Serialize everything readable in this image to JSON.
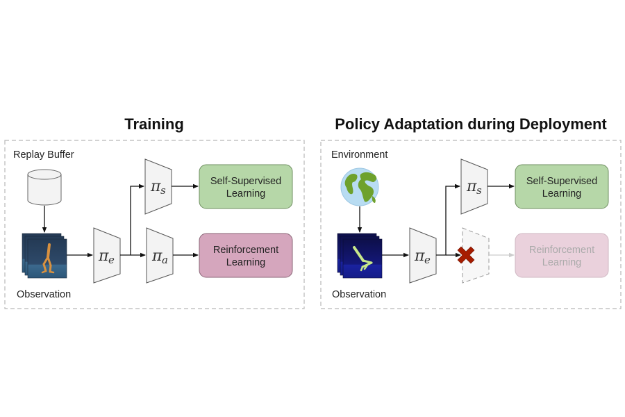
{
  "panels": {
    "training": {
      "title": "Training",
      "source_label": "Replay Buffer",
      "observation_label": "Observation",
      "encoder": {
        "symbol": "π",
        "subscript": "e"
      },
      "ss_head": {
        "symbol": "π",
        "subscript": "s"
      },
      "rl_head": {
        "symbol": "π",
        "subscript": "a"
      },
      "ss_box": {
        "line1": "Self-Supervised",
        "line2": "Learning"
      },
      "rl_box": {
        "line1": "Reinforcement",
        "line2": "Learning"
      }
    },
    "deployment": {
      "title": "Policy Adaptation during Deployment",
      "source_label": "Environment",
      "observation_label": "Observation",
      "encoder": {
        "symbol": "π",
        "subscript": "e"
      },
      "ss_head": {
        "symbol": "π",
        "subscript": "s"
      },
      "ss_box": {
        "line1": "Self-Supervised",
        "line2": "Learning"
      },
      "rl_box": {
        "line1": "Reinforcement",
        "line2": "Learning"
      },
      "rl_disabled": true
    }
  },
  "icons": {
    "replay_buffer": "database-cylinder-icon",
    "environment": "globe-icon",
    "disabled": "red-x-icon"
  },
  "colors": {
    "ss_fill": "#b6d7a8",
    "ss_stroke": "#6f8f61",
    "rl_fill": "#d5a6bd",
    "rl_stroke": "#8a6677",
    "rl_faded_fill": "#ead1dc",
    "rl_faded_stroke": "#cfb7c2",
    "x_mark": "#a61c00",
    "trapezoid_fill": "#f3f3f3",
    "dash_border": "#b7b7b7"
  }
}
